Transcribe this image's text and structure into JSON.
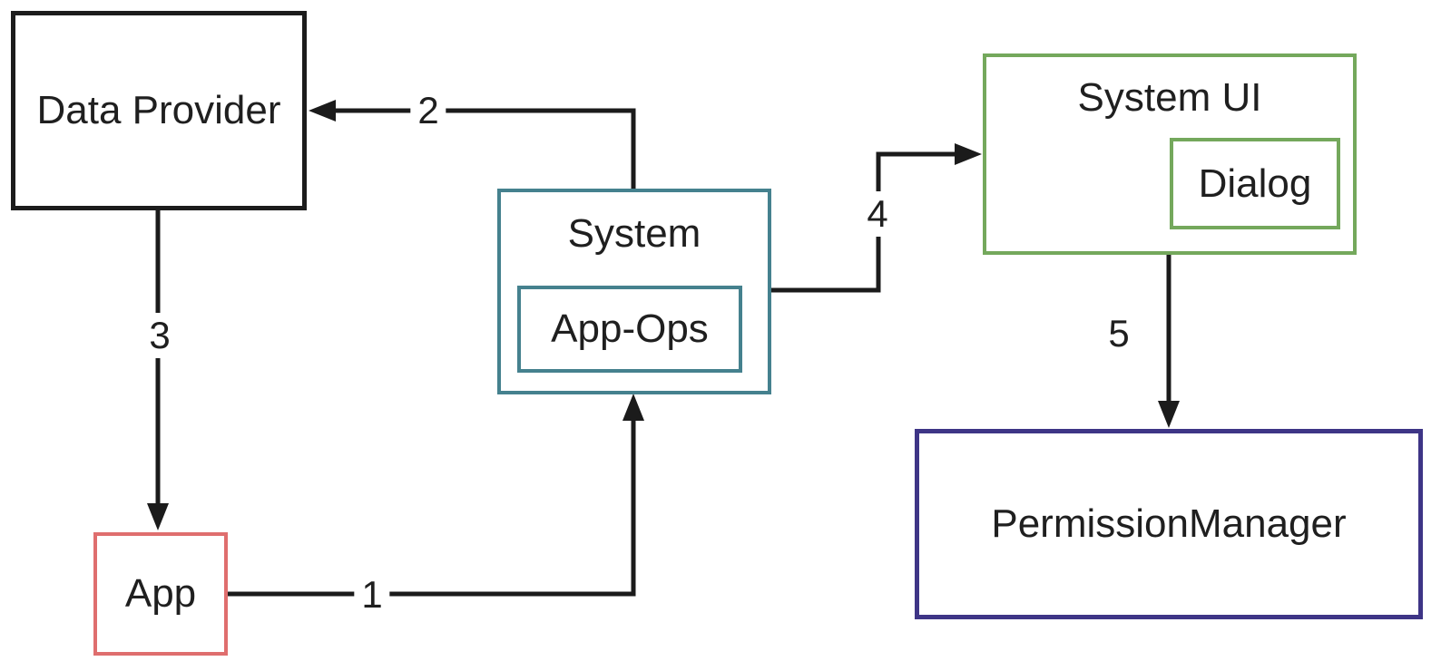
{
  "diagram": {
    "background_color": "#ffffff",
    "line_color": "#1b1b1b",
    "text_color": "#1f1f1f",
    "nodes": {
      "data_provider": {
        "label": "Data Provider",
        "border_color": "#1c1c1c"
      },
      "system": {
        "label": "System",
        "border_color": "#45818e"
      },
      "app_ops": {
        "label": "App-Ops",
        "border_color": "#45818e",
        "parent": "system"
      },
      "system_ui": {
        "label": "System UI",
        "border_color": "#74a85c"
      },
      "dialog": {
        "label": "Dialog",
        "border_color": "#74a85c",
        "parent": "system_ui"
      },
      "permission_manager": {
        "label": "PermissionManager",
        "border_color": "#3e3586"
      },
      "app": {
        "label": "App",
        "border_color": "#df6e6e"
      }
    },
    "edges": {
      "e1": {
        "label": "1",
        "from": "app",
        "to": "system"
      },
      "e2": {
        "label": "2",
        "from": "system",
        "to": "data_provider"
      },
      "e3": {
        "label": "3",
        "from": "data_provider",
        "to": "app"
      },
      "e4": {
        "label": "4",
        "from": "system",
        "to": "system_ui"
      },
      "e5": {
        "label": "5",
        "from": "system_ui",
        "to": "permission_manager"
      }
    }
  }
}
